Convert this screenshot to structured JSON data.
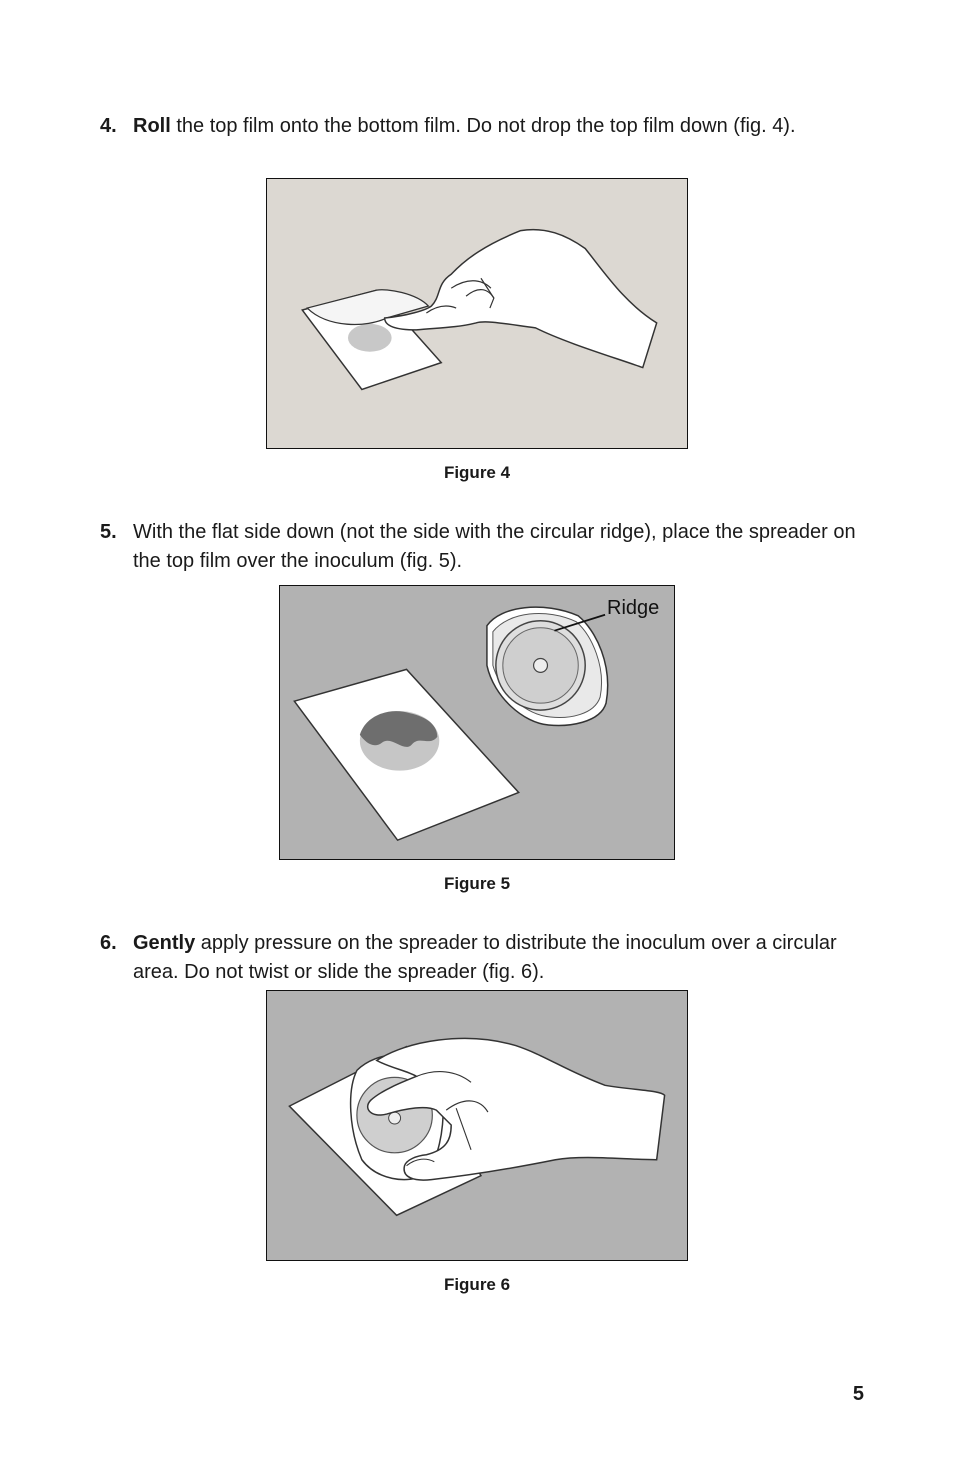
{
  "steps": [
    {
      "number": "4.",
      "lead": "Roll",
      "text": " the top film onto the bottom film. Do not drop the top film down (fig. 4)."
    },
    {
      "number": "5.",
      "lead": "",
      "text": "With the flat side down (not the side with the circular ridge), place the spreader on the top film over the inoculum (fig. 5)."
    },
    {
      "number": "6.",
      "lead": "Gently",
      "text": " apply pressure on the spreader to distribute the inoculum over a circular area. Do not twist or slide the spreader (fig. 6)."
    }
  ],
  "figures": [
    {
      "caption": "Figure 4",
      "background": "#dcd8d2"
    },
    {
      "caption": "Figure 5",
      "background": "#b2b2b2",
      "label": "Ridge"
    },
    {
      "caption": "Figure 6",
      "background": "#b2b2b2"
    }
  ],
  "page_number": "5"
}
